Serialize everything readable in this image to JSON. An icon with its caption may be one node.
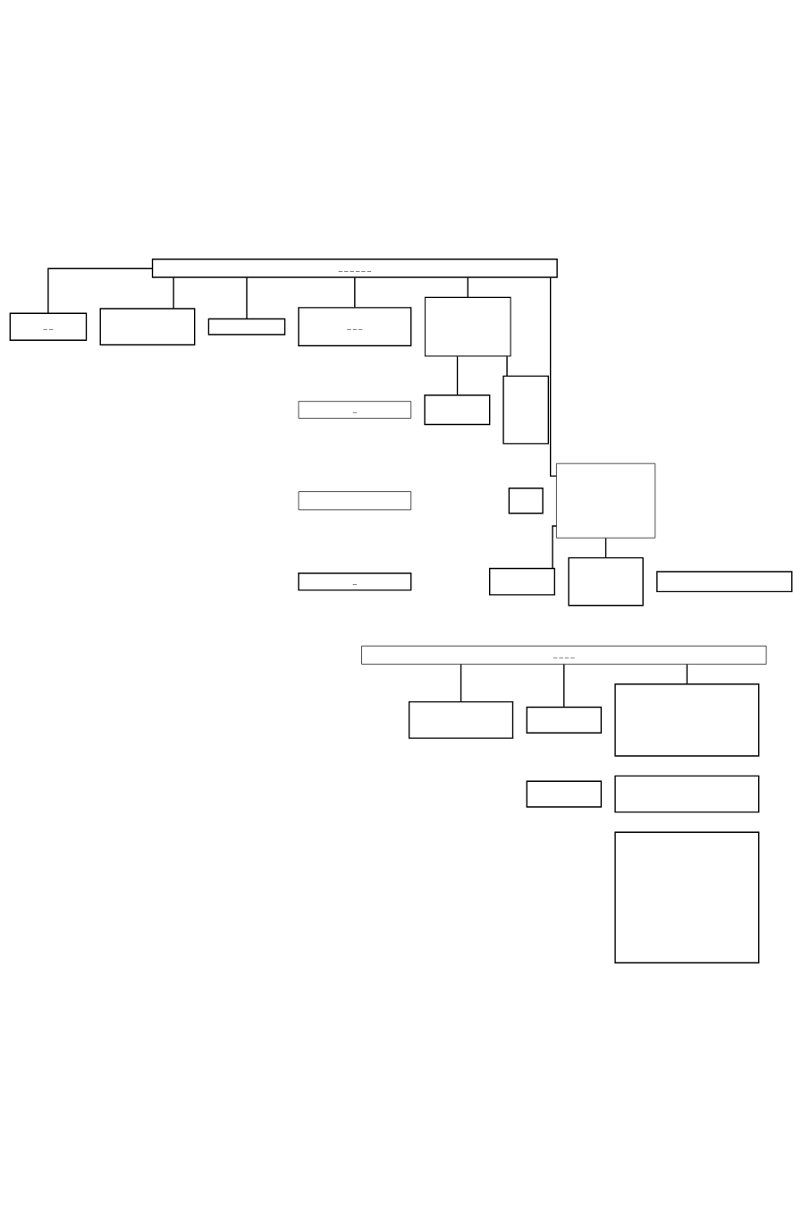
{
  "diagram": {
    "nodes": [
      {
        "text": [
          "_ _ _ _ _ _"
        ]
      },
      {
        "text": [
          "_ _"
        ]
      },
      {
        "text": [],
        "shape": "box"
      },
      {
        "text": [],
        "shape": "box"
      },
      {
        "text": [
          "_ _ _"
        ]
      },
      {
        "text": [
          "_"
        ]
      },
      {
        "text": [],
        "shape": "box"
      },
      {
        "text": [
          "_"
        ]
      },
      {
        "text": [],
        "shape": "box"
      },
      {
        "text": [],
        "shape": "box"
      },
      {
        "text": [],
        "shape": "box"
      },
      {
        "text": [],
        "shape": "box"
      },
      {
        "text": [],
        "shape": "box"
      },
      {
        "text": [],
        "shape": "box"
      },
      {
        "text": [],
        "shape": "box"
      },
      {
        "text": [],
        "shape": "box"
      },
      {
        "text": [
          "_ _ _ _"
        ]
      },
      {
        "text": [],
        "shape": "box"
      },
      {
        "text": [],
        "shape": "box"
      },
      {
        "text": [],
        "shape": "box"
      },
      {
        "text": [],
        "shape": "box"
      },
      {
        "text": [],
        "shape": "box"
      },
      {
        "text": [],
        "shape": "box"
      }
    ],
    "edges": [
      {
        "from": 0,
        "to": 4,
        "arrow": "none"
      },
      {
        "from": 0,
        "to": 1,
        "arrow": "none"
      },
      {
        "from": 0,
        "to": 8,
        "arrow": "none"
      },
      {
        "from": 0,
        "to": 2,
        "arrow": "none"
      },
      {
        "from": 0,
        "to": 12,
        "arrow": "none"
      },
      {
        "from": 0,
        "to": 3,
        "arrow": "none"
      },
      {
        "from": 8,
        "to": 9,
        "arrow": "none"
      },
      {
        "from": 8,
        "to": 10,
        "arrow": "none"
      },
      {
        "from": 12,
        "to": 14,
        "arrow": "none"
      },
      {
        "from": 12,
        "to": 15,
        "arrow": "none"
      },
      {
        "from": 16,
        "to": 17,
        "arrow": "none"
      },
      {
        "from": 16,
        "to": 18,
        "arrow": "none"
      },
      {
        "from": 16,
        "to": 20,
        "arrow": "none"
      }
    ]
  }
}
